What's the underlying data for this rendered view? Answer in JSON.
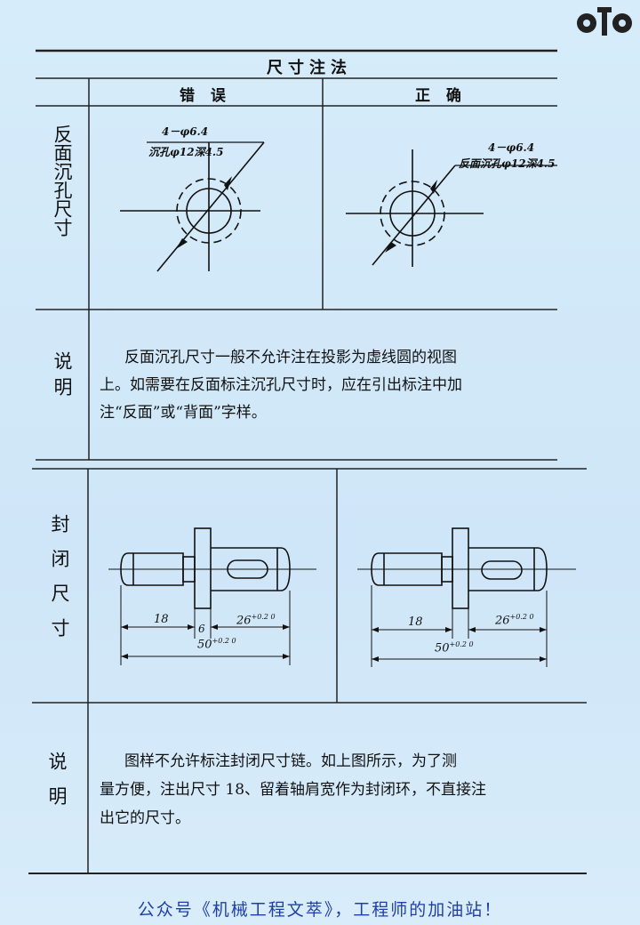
{
  "header": {
    "title": "尺寸注法",
    "col_wrong": "错 误",
    "col_right": "正 确"
  },
  "section1": {
    "row_label": "反面沉孔尺寸",
    "wrong_note_line1": "4－φ6.4",
    "wrong_note_line2": "沉孔φ12深4.5",
    "right_note_line1": "4－φ6.4",
    "right_note_line2": "反面沉孔φ12深4.5",
    "explain_label": "说明",
    "explain_lines": [
      "反面沉孔尺寸一般不允许注在投影为虚线圆的视图",
      "上。如需要在反面标注沉孔尺寸时，应在引出标注中加",
      "注“反面”或“背面”字样。"
    ]
  },
  "section2": {
    "row_label": "封闭尺寸",
    "wrong_dims": {
      "d18": "18",
      "d6": "6",
      "d26": "26",
      "d26_tol": "+0.2 0",
      "d50": "50",
      "d50_tol": "+0.2 0"
    },
    "right_dims": {
      "d18": "18",
      "d26": "26",
      "d26_tol": "+0.2 0",
      "d50": "50",
      "d50_tol": "+0.2 0"
    },
    "explain_label": "说明",
    "explain_lines": [
      "图样不允许标注封闭尺寸链。如上图所示，为了测",
      "量方便，注出尺寸 18、留着轴肩宽作为封闭环，不直接注",
      "出它的尺寸。"
    ]
  },
  "footer": {
    "text": "公众号《机械工程文萃》，工程师的加油站！"
  },
  "logo": {
    "icon": "gear-logo-icon",
    "color": "#222222"
  }
}
